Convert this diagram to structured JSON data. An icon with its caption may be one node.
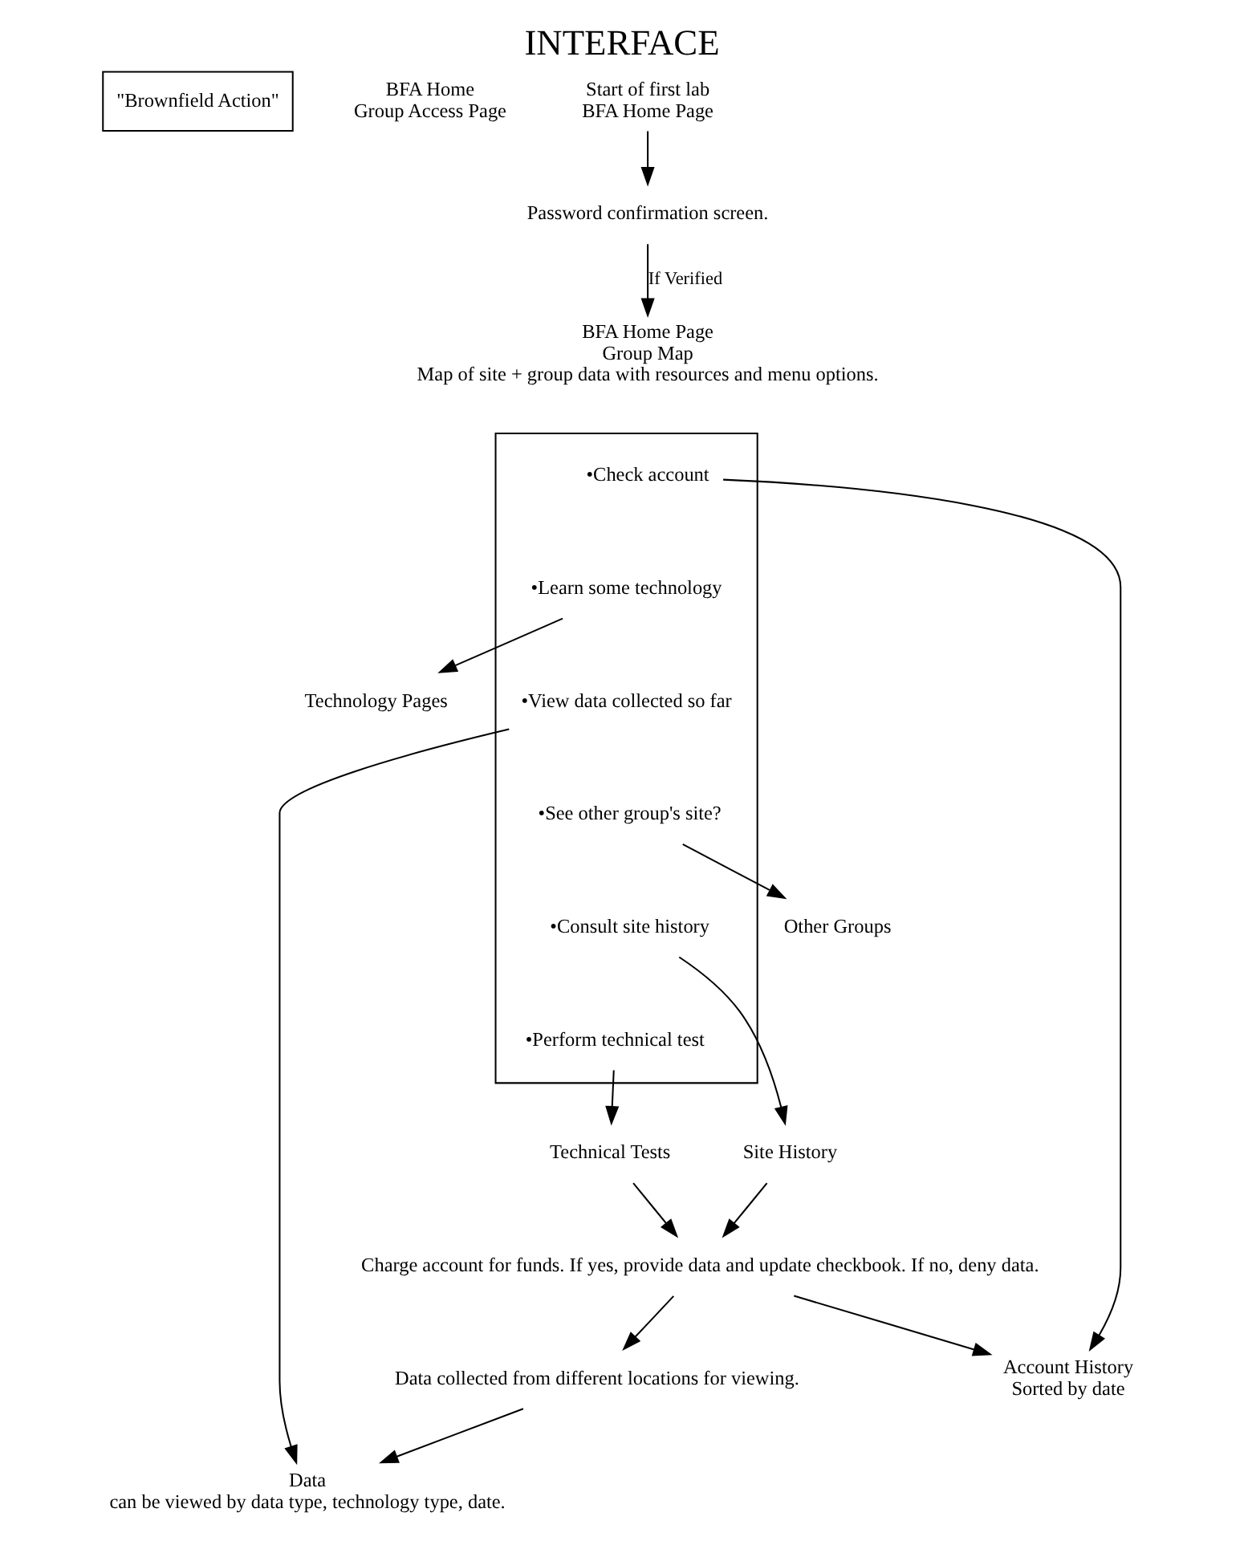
{
  "diagram": {
    "title": "INTERFACE",
    "nodes": [
      {
        "text": [
          "\"Brownfield Action\""
        ]
      },
      {
        "text": [
          "BFA Home",
          "Group Access Page"
        ]
      },
      {
        "text": [
          "Start of first lab",
          "BFA Home Page"
        ]
      },
      {
        "text": [
          "Password confirmation screen."
        ]
      },
      {
        "text": [
          "BFA Home Page",
          "Group Map",
          "Map of site + group data with resources and menu options."
        ]
      },
      {
        "text": [],
        "shape": "box"
      },
      {
        "text": [
          "•Check account"
        ],
        "in": 5
      },
      {
        "text": [
          "•Learn some technology"
        ],
        "in": 5
      },
      {
        "text": [
          "•View data collected so far"
        ],
        "in": 5
      },
      {
        "text": [
          "•See other group's site?"
        ],
        "in": 5
      },
      {
        "text": [
          "•Consult site history"
        ],
        "in": 5
      },
      {
        "text": [
          "•Perform technical test"
        ],
        "in": 5
      },
      {
        "text": [
          "Account History",
          "Sorted by date"
        ]
      },
      {
        "text": [
          "Technology Pages"
        ]
      },
      {
        "text": [
          "Other Groups"
        ]
      },
      {
        "text": [
          "Data",
          "can be viewed by data type, technology type, date."
        ]
      },
      {
        "text": [
          "Data collected from different locations for viewing."
        ]
      },
      {
        "text": [
          "Technical Tests"
        ]
      },
      {
        "text": [
          "Site History"
        ]
      },
      {
        "text": [
          "Charge account for funds. If yes, provide data and update checkbook. If no, deny data."
        ]
      }
    ],
    "edges": [
      {
        "from": 2,
        "to": 3,
        "arrow": "to"
      },
      {
        "from": 3,
        "to": 4,
        "arrow": "to",
        "label": "If Verified"
      },
      {
        "from": 6,
        "to": 12,
        "arrow": "to"
      },
      {
        "from": 7,
        "to": 13,
        "arrow": "to"
      },
      {
        "from": 8,
        "to": 15,
        "arrow": "to"
      },
      {
        "from": 9,
        "to": 14,
        "arrow": "to"
      },
      {
        "from": 10,
        "to": 18,
        "arrow": "to"
      },
      {
        "from": 11,
        "to": 17,
        "arrow": "to"
      },
      {
        "from": 17,
        "to": 19,
        "arrow": "to"
      },
      {
        "from": 18,
        "to": 19,
        "arrow": "to"
      },
      {
        "from": 19,
        "to": 16,
        "arrow": "to"
      },
      {
        "from": 16,
        "to": 15,
        "arrow": "to"
      },
      {
        "from": 19,
        "to": 12,
        "arrow": "to"
      }
    ]
  }
}
